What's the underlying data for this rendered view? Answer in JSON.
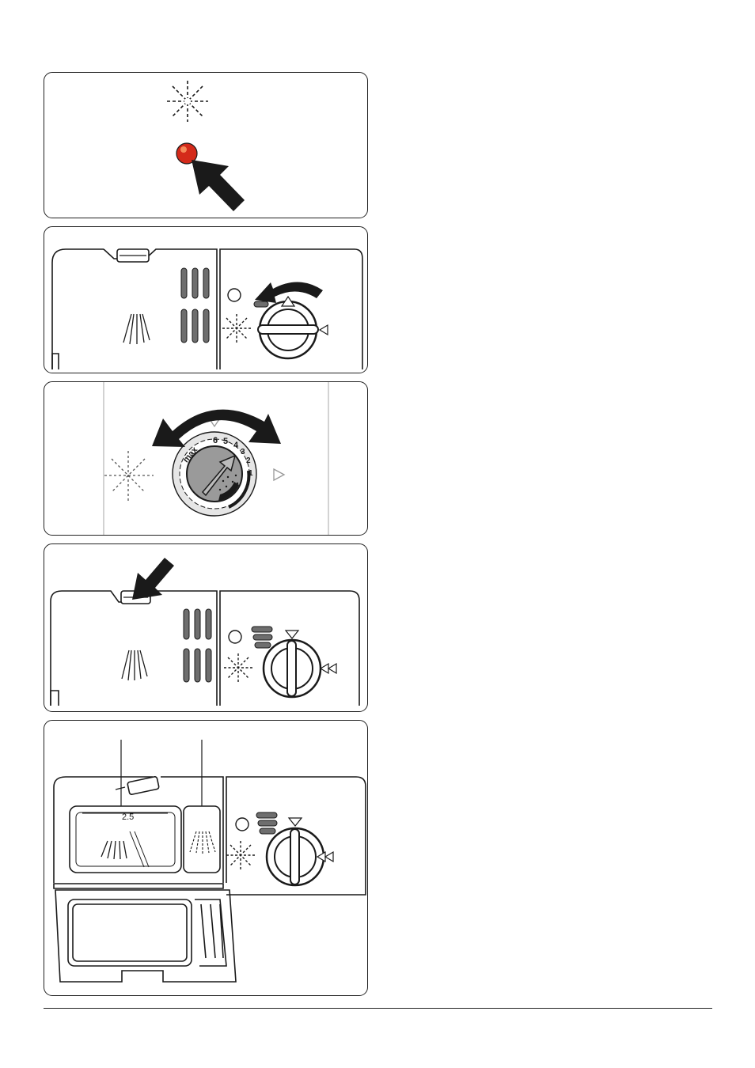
{
  "figures": [
    {
      "id": "rinse-aid-indicator-light"
    },
    {
      "id": "open-rinse-aid-cap"
    },
    {
      "id": "adjust-rinse-aid-dose",
      "dial_labels": [
        "max",
        "6",
        "5",
        "4",
        "3",
        "2",
        "1"
      ]
    },
    {
      "id": "close-detergent-lid"
    },
    {
      "id": "detergent-dispenser-open",
      "scale_label": "2.5"
    }
  ],
  "colors": {
    "line": "#1a1a1a",
    "indicator_red": "#d42a1a",
    "dial_gray": "#9a9a9a",
    "slot_gray": "#6e6e6e"
  }
}
